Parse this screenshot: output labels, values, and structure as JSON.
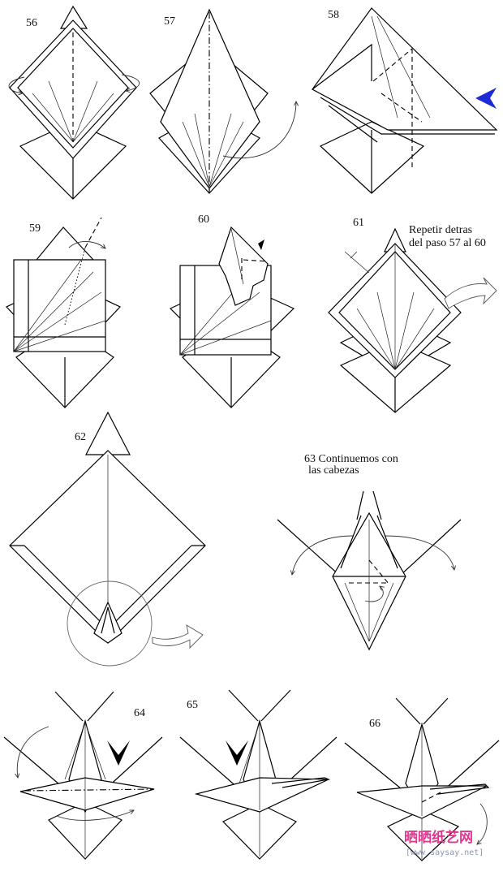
{
  "steps": [
    {
      "number": "56"
    },
    {
      "number": "57"
    },
    {
      "number": "58"
    },
    {
      "number": "59"
    },
    {
      "number": "60"
    },
    {
      "number": "61",
      "note_line1": "Repetir detras",
      "note_line2": "del paso 57 al 60"
    },
    {
      "number": "62"
    },
    {
      "number": "63",
      "note_line1": "63 Continuemos con",
      "note_line2": "las cabezas"
    },
    {
      "number": "64"
    },
    {
      "number": "65"
    },
    {
      "number": "66"
    }
  ],
  "watermark": {
    "brand": "晒晒纸艺网",
    "url": "[www.saysay.net]",
    "brand_color": "#e0368c"
  },
  "colors": {
    "line": "#000000",
    "accent_arrow": "#1c2bd6",
    "background": "#ffffff"
  }
}
